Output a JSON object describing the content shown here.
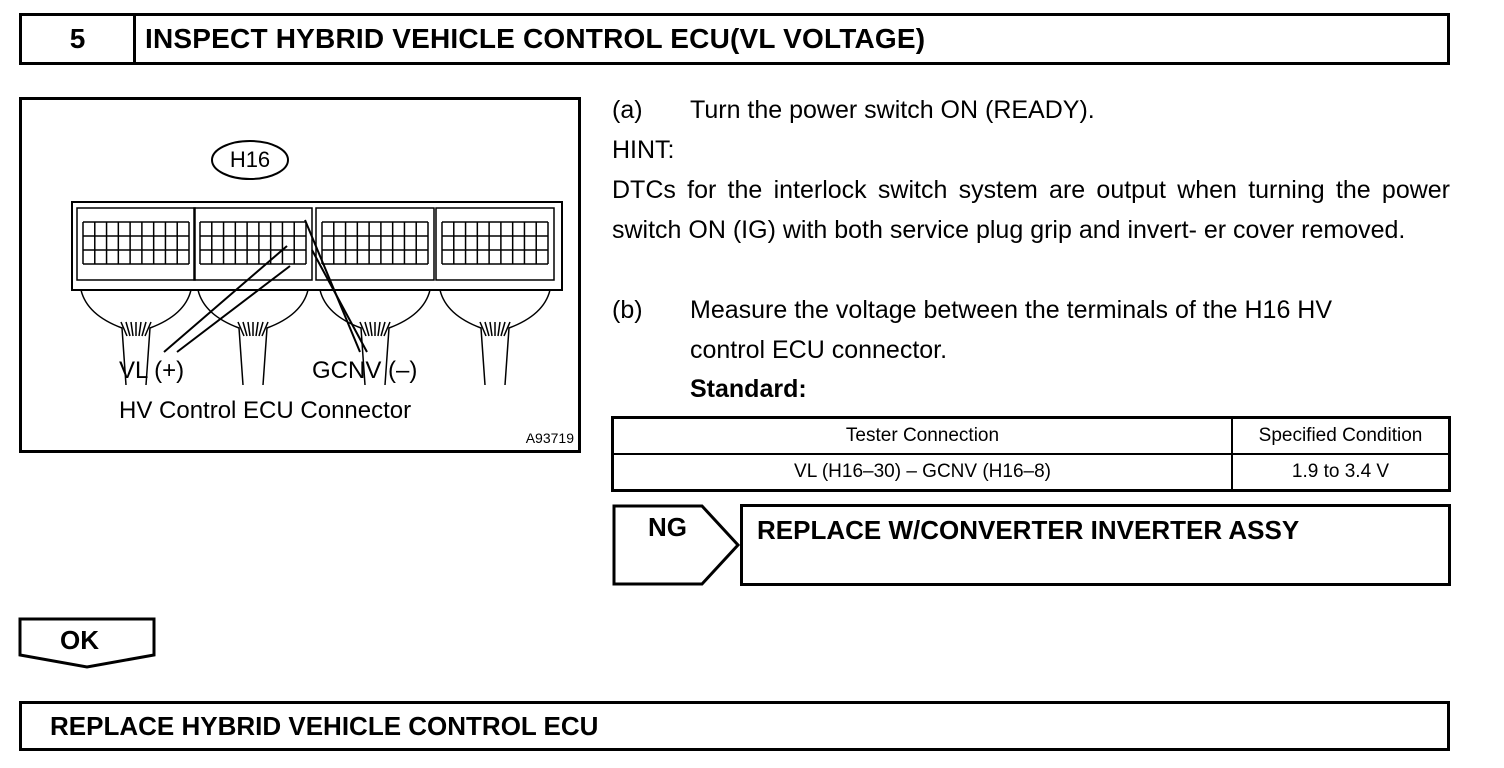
{
  "header": {
    "step_number": "5",
    "title": "INSPECT HYBRID VEHICLE CONTROL ECU(VL VOLTAGE)"
  },
  "illustration": {
    "connector_id": "H16",
    "label_vl": "VL (+)",
    "label_gcnv": "GCNV (–)",
    "caption": "HV Control ECU Connector",
    "figure_code": "A93719"
  },
  "steps": {
    "a_label": "(a)",
    "a_text": "Turn the power switch ON (READY).",
    "hint_label": "HINT:",
    "hint_body": "DTCs for the interlock switch system are output when turning the power switch ON (IG) with both service plug grip and invert- er cover removed.",
    "b_label": "(b)",
    "b_text_1": "Measure the voltage between the terminals of the H16 HV",
    "b_text_2": "control ECU connector.",
    "standard_label": "Standard:"
  },
  "spec_table": {
    "headers": [
      "Tester Connection",
      "Specified Condition"
    ],
    "rows": [
      [
        "VL (H16–30) – GCNV (H16–8)",
        "1.9 to 3.4 V"
      ]
    ]
  },
  "ng_branch": {
    "label": "NG",
    "action": "REPLACE W/CONVERTER INVERTER ASSY"
  },
  "ok_branch": {
    "label": "OK"
  },
  "final_action": {
    "text": "REPLACE HYBRID VEHICLE CONTROL ECU"
  }
}
